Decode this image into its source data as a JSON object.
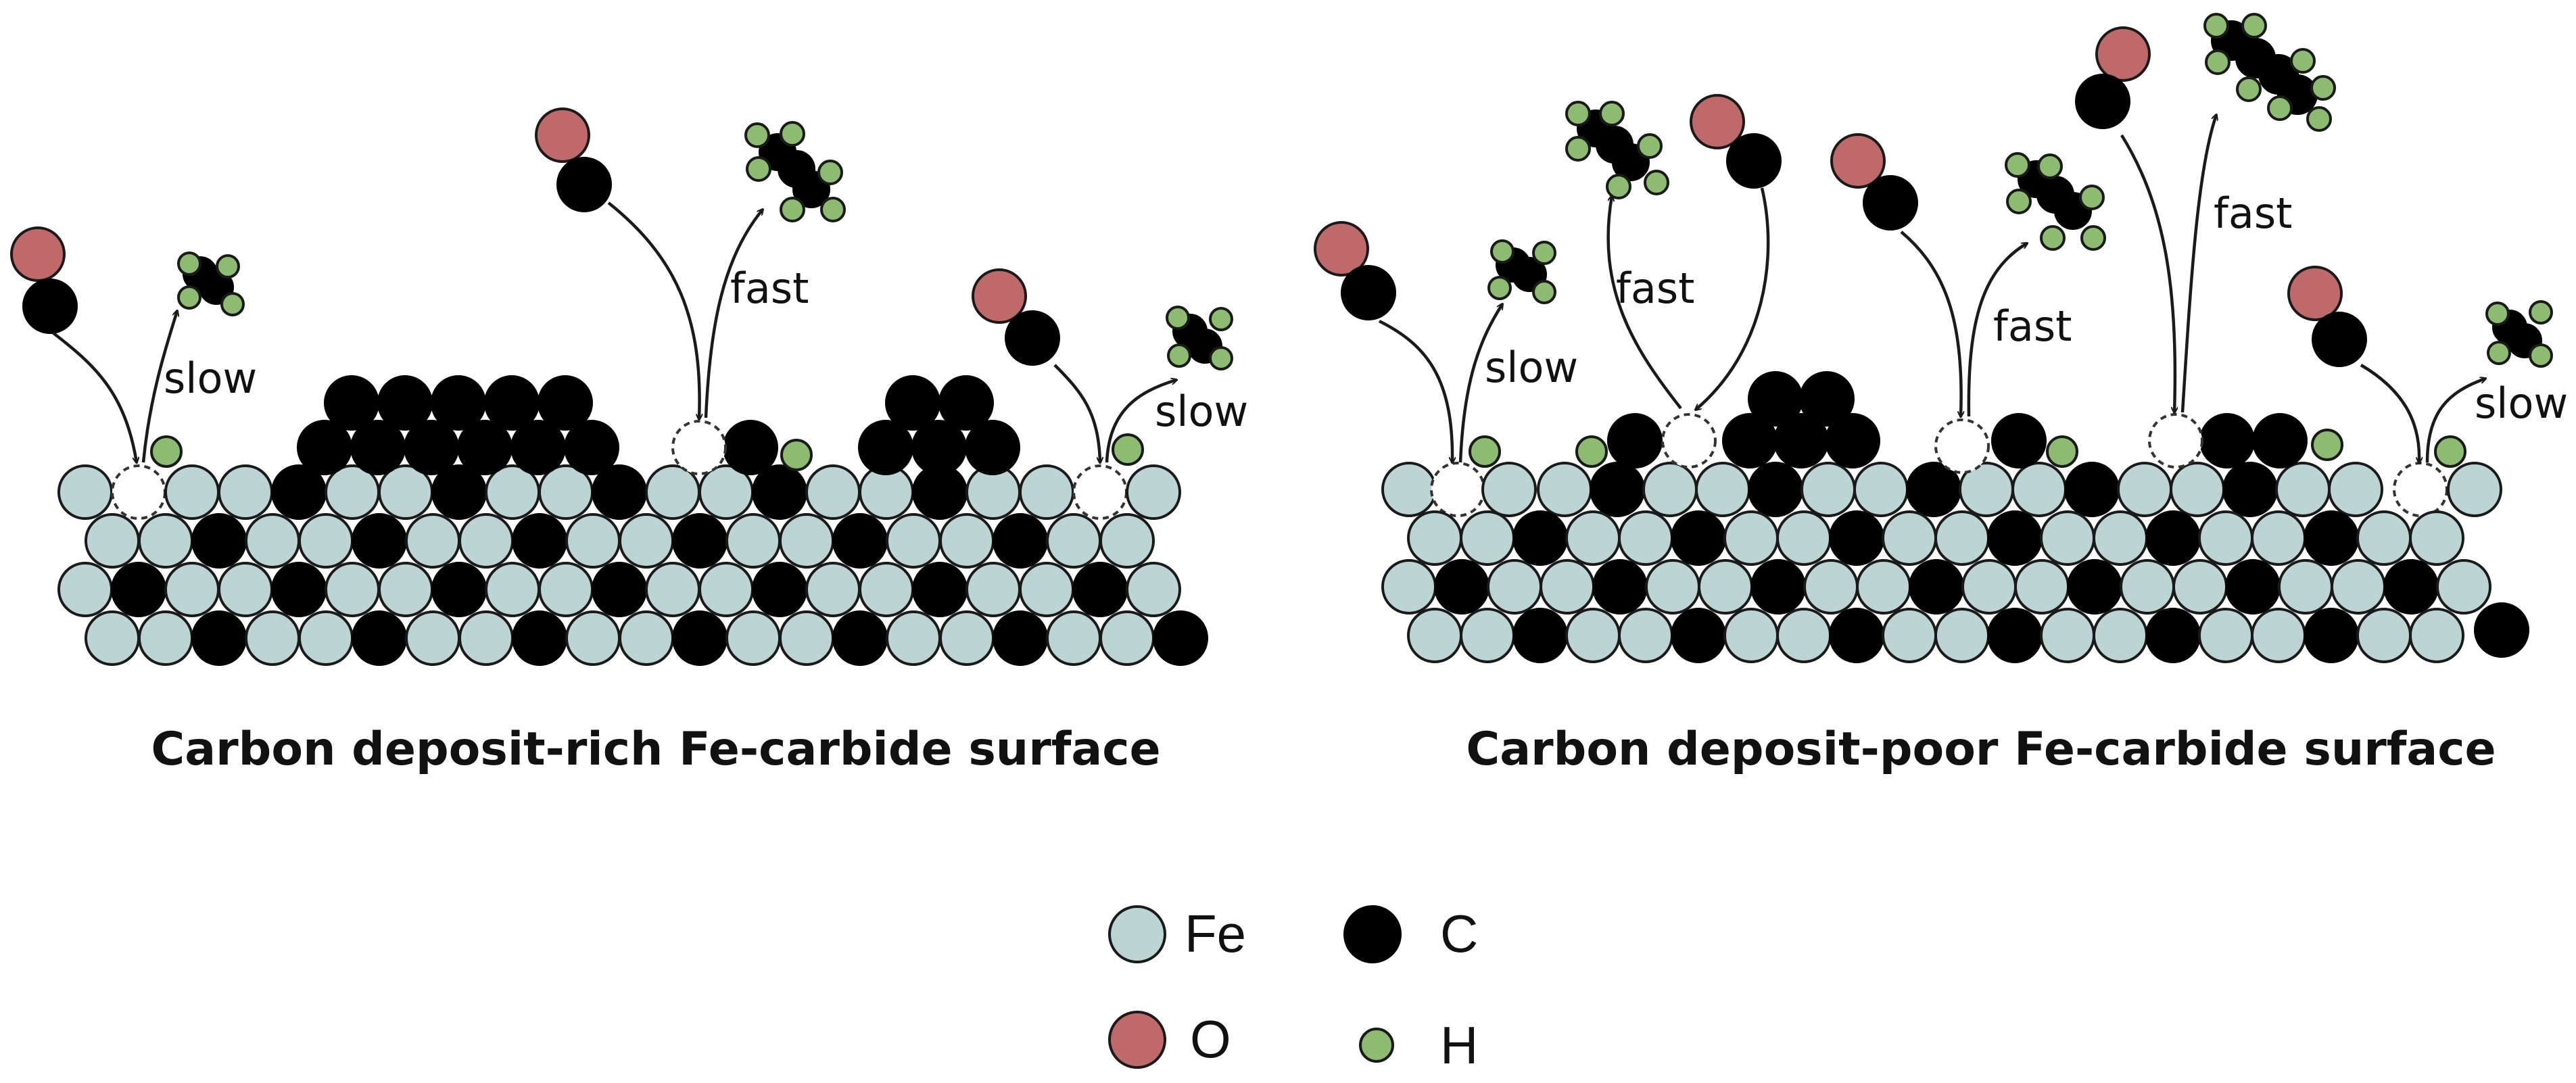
{
  "labels": {
    "slow": "slow",
    "fast": "fast"
  },
  "panels": [
    {
      "caption": "Carbon deposit-rich Fe-carbide surface"
    },
    {
      "caption": "Carbon deposit-poor Fe-carbide surface"
    }
  ],
  "legend": [
    {
      "atom": "Fe",
      "color": "#bcd4d4"
    },
    {
      "atom": "C",
      "color": "#000000"
    },
    {
      "atom": "O",
      "color": "#c0696a"
    },
    {
      "atom": "H",
      "color": "#8dbb72"
    }
  ]
}
